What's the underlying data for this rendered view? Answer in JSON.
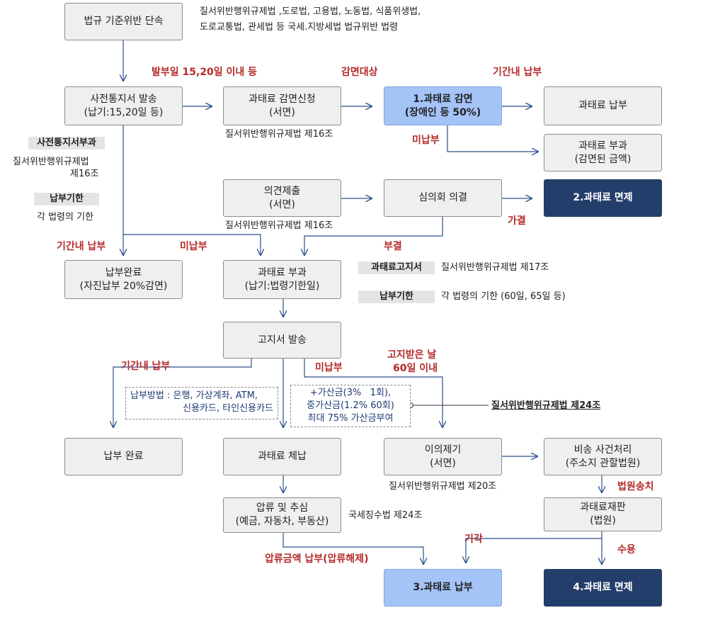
{
  "boxes": {
    "violation": "법규 기준위반 단속",
    "pre_notice_1": "사전통지서 발송",
    "pre_notice_2": "(납기:15,20일 등)",
    "reduce_apply_1": "과태료 감면신청",
    "reduce_apply_2": "(서면)",
    "reduction_1": "1.과태료 감면",
    "reduction_2": "(장애인 등 50%)",
    "fine_paid": "과태료 납부",
    "fine_reduced_1": "과태료 부과",
    "fine_reduced_2": "(감면된 금액)",
    "opinion_1": "의견제출",
    "opinion_2": "(서면)",
    "review": "심의회 의결",
    "exempt_2": "2.과태료 면제",
    "paid_done_1": "납부완료",
    "paid_done_2": "(자진납부 20%감면)",
    "imposition_1": "과태료 부과",
    "imposition_2": "(납기:법령기한일)",
    "notice_issue": "고지서 발송",
    "payment_complete": "납부 완료",
    "arrears": "과태료 체납",
    "objection_1": "이의제기",
    "objection_2": "(서면)",
    "nonlitigation_1": "비송 사건처리",
    "nonlitigation_2": "(주소지 관할법원)",
    "seizure_1": "압류 및 추심",
    "seizure_2": "(예금, 자동차, 부동산)",
    "trial_1": "과태료재판",
    "trial_2": "(법원)",
    "payment_3": "3.과태료 납부",
    "exempt_4": "4.과태료 면제"
  },
  "notes": {
    "laws_1": "질서위반행위규제법 ,도로법, 고용법, 노동법, 식품위생법,",
    "laws_2": "도로교통법, 관세법 등 국세.지방세법 법규위반 법령",
    "ref16_a": "질서위반행위규제법 제16조",
    "ref16_b": "질서위반행위규제법 제16조",
    "left_ref_1": "질서위반행위규제법",
    "left_ref_2": "제16조",
    "left_deadline": "각 법령의 기한",
    "ref17": "질서위반행위규제법 제17조",
    "deadline_detail": "각 법령의 기한 (60일, 65일 등)",
    "ref20": "질서위반행위규제법 제20조",
    "ref_national_tax": "국세징수법 제24조",
    "ref24": "질서위반행위규제법 제24조"
  },
  "tags": {
    "pre_notice_impose": "사전통지서부과",
    "left_deadline": "납부기한",
    "fine_notice": "과태료고지서",
    "payment_deadline": "납부기한"
  },
  "labels": {
    "within_15_20": "발부일 15,20일 이내 등",
    "reduction_target": "감면대상",
    "pay_in_period_1": "기간내 납부",
    "unpaid_1": "미납부",
    "approved": "가결",
    "pay_in_period_2": "기간내 납부",
    "unpaid_2": "미납부",
    "rejected": "부결",
    "pay_in_period_3": "기간내 납부",
    "unpaid_3": "미납부",
    "notice_60_1": "고지받은 날",
    "notice_60_2": "60일 이내",
    "court_transfer": "법원송치",
    "dismiss": "기각",
    "accept": "수용",
    "seizure_paid": "압류금액 납부(압류해제)"
  },
  "payment_methods": {
    "line1": "납부방법 : 은행, 가상계좌, ATM,",
    "line2": "신용카드, 타인신용카드"
  },
  "surcharge": {
    "line1": "+가산금(3%   1회),",
    "line2": "중가산금(1.2% 60회)",
    "line3": "최대 75% 가산금부여"
  },
  "colors": {
    "box_fill": "#efefef",
    "highlight_fill": "#a4c3f7",
    "dark_fill": "#243e6b",
    "arrow": "#2b4f8c",
    "label_red": "#b52a2a"
  }
}
